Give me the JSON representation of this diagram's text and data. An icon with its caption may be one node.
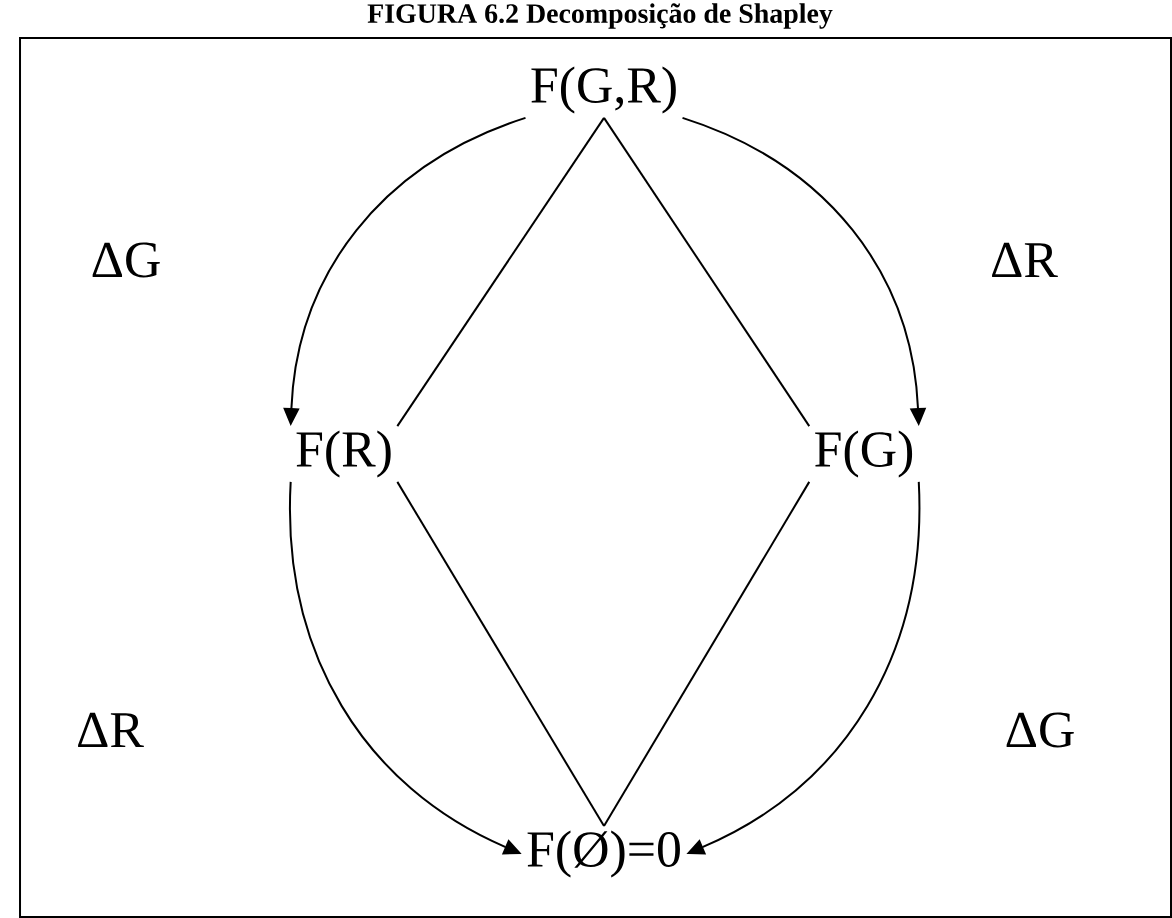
{
  "diagram": {
    "title": "FIGURA 6.2 Decomposição de Shapley",
    "nodes": [
      {
        "text": [
          "F(G,R)"
        ]
      },
      {
        "text": [
          "F(R)"
        ]
      },
      {
        "text": [
          "F(G)"
        ]
      },
      {
        "text": [
          "F(Ø)=0"
        ]
      }
    ],
    "edges": [
      {
        "from": 0,
        "to": 1,
        "arrow": "none"
      },
      {
        "from": 0,
        "to": 2,
        "arrow": "none"
      },
      {
        "from": 1,
        "to": 3,
        "arrow": "none"
      },
      {
        "from": 2,
        "to": 3,
        "arrow": "none"
      },
      {
        "from": 0,
        "to": 1,
        "arrow": "to",
        "label": "ΔG"
      },
      {
        "from": 0,
        "to": 2,
        "arrow": "to",
        "label": "ΔR"
      },
      {
        "from": 1,
        "to": 3,
        "arrow": "to",
        "label": "ΔR"
      },
      {
        "from": 2,
        "to": 3,
        "arrow": "to",
        "label": "ΔG"
      }
    ]
  }
}
